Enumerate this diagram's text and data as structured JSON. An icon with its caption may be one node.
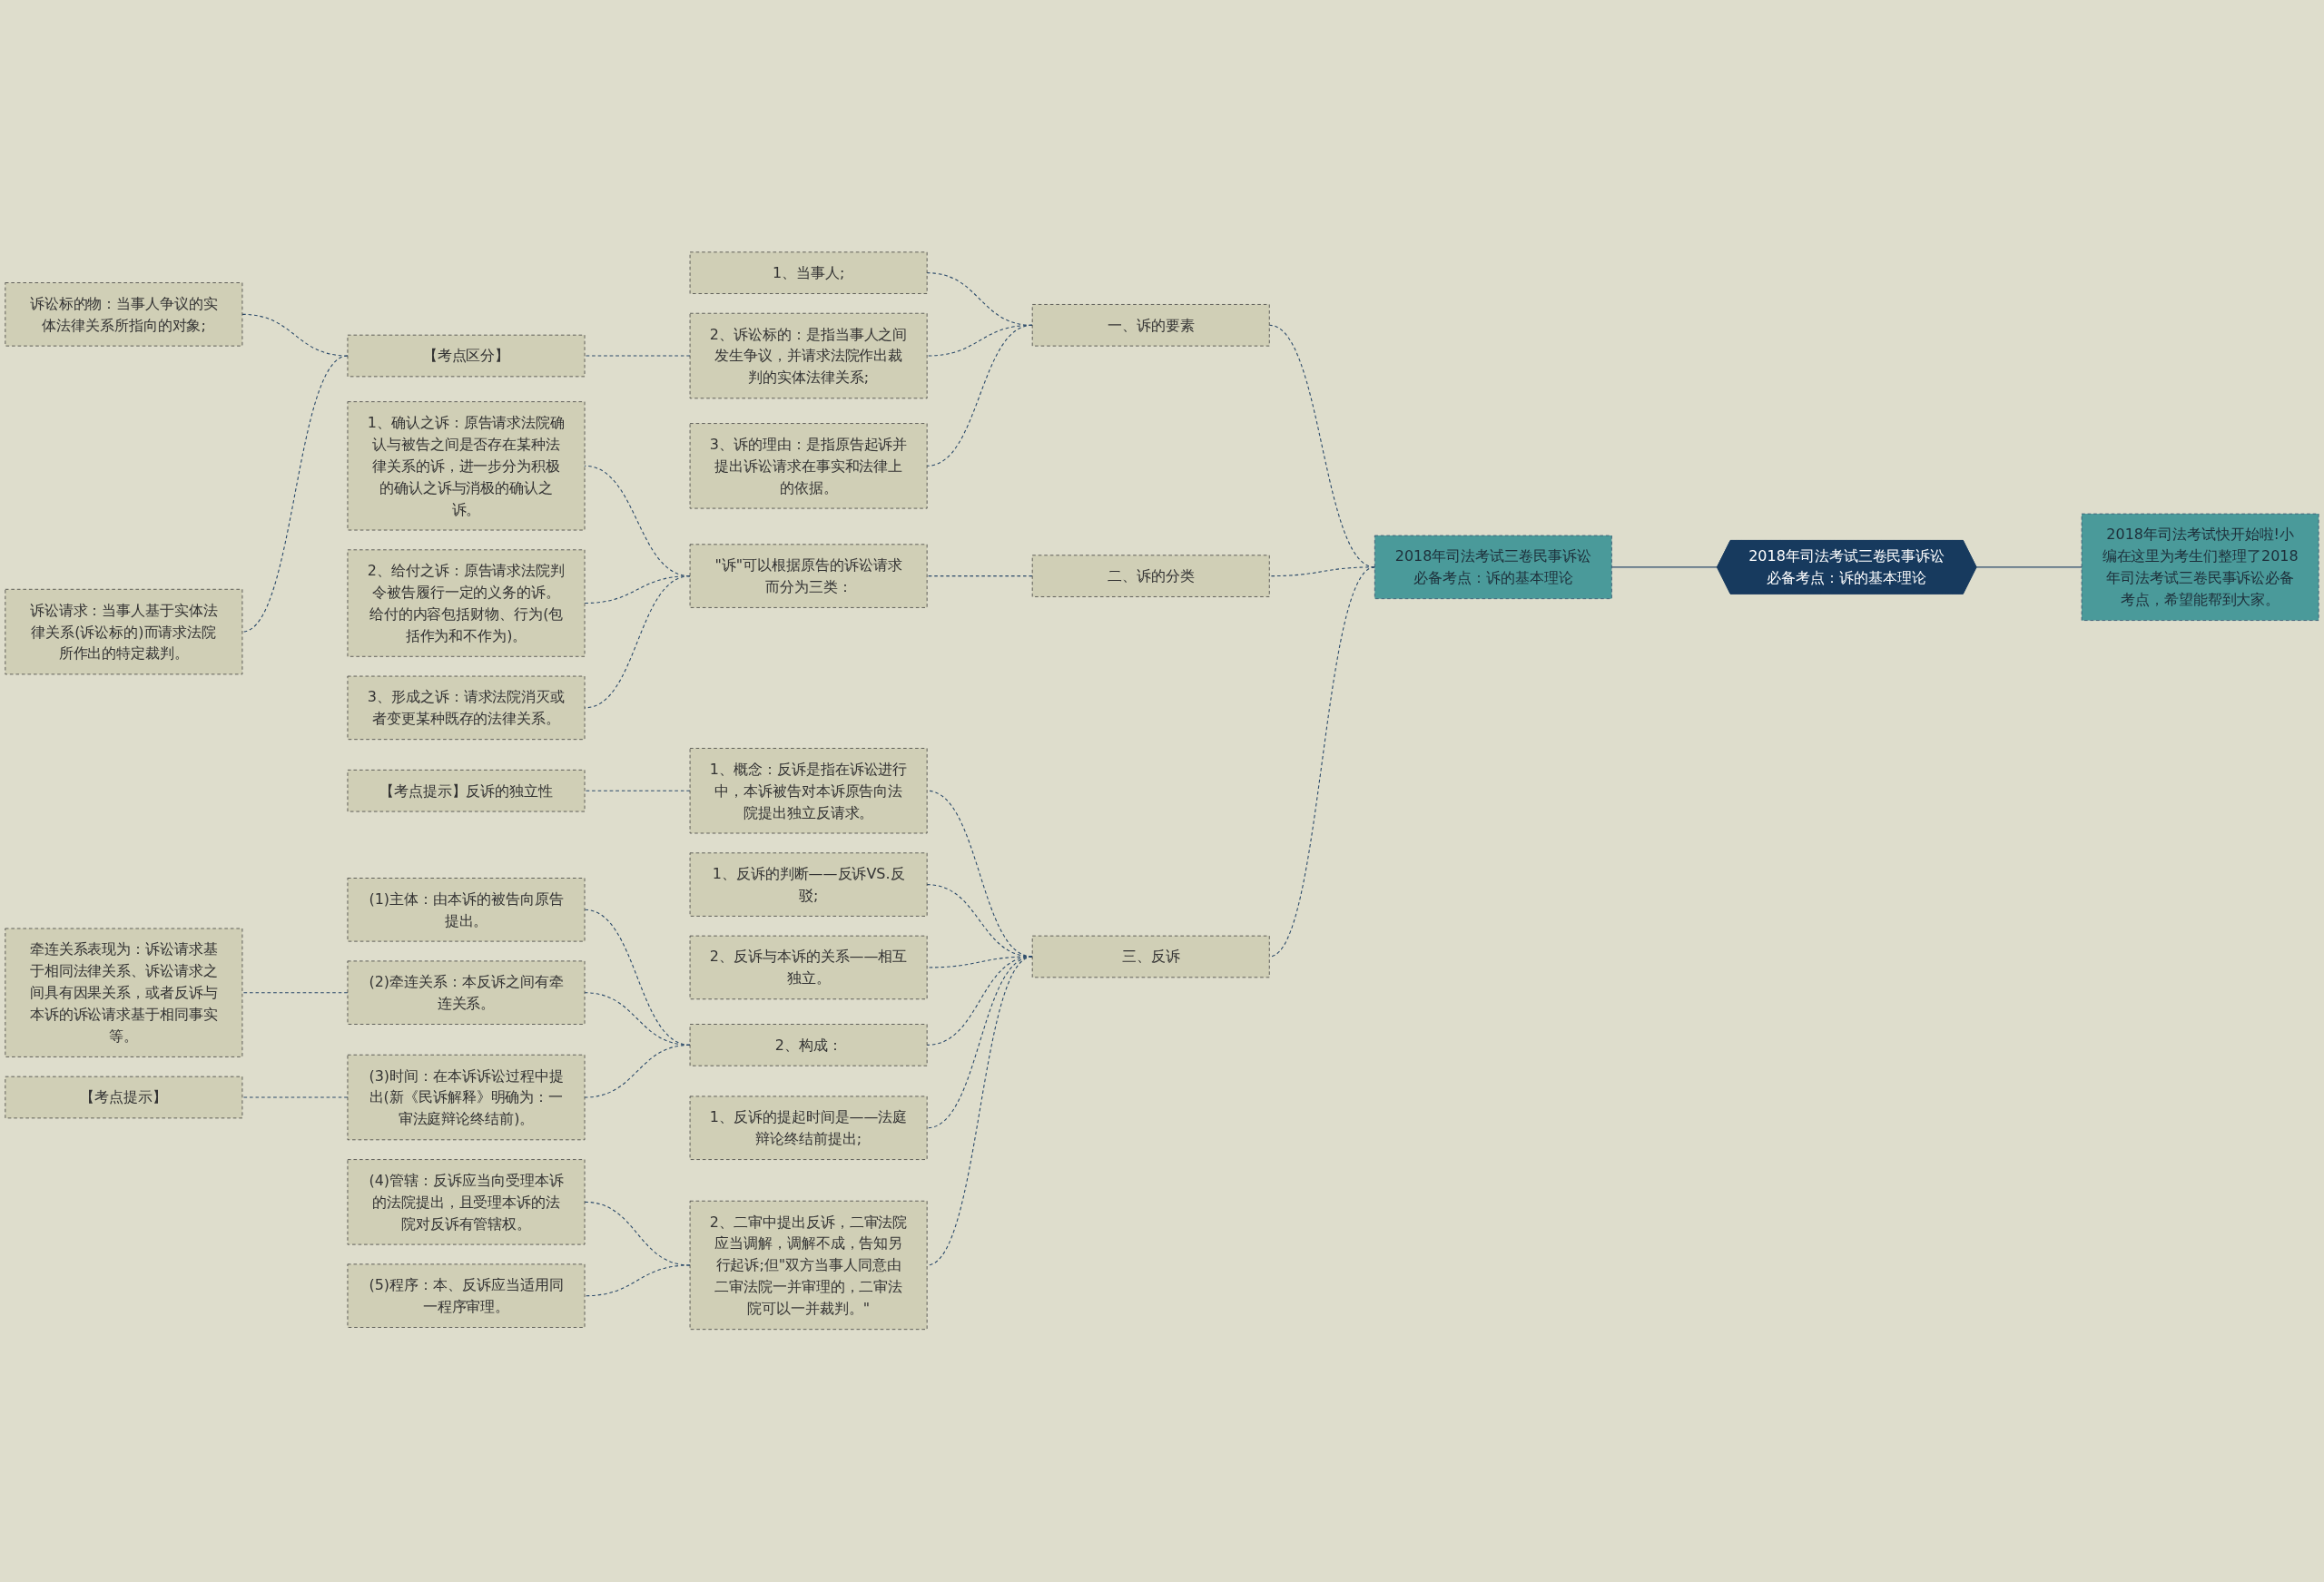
{
  "diagram": {
    "nodes": [
      {
        "text": [
          "2018年司法考试三卷民事诉讼必备考点：诉的基本理论"
        ]
      },
      {
        "text": [
          "2018年司法考试快开始啦!小编在这里为考生们整理了2018年司法考试三卷民事诉讼必备考点，希望能帮到大家。"
        ]
      },
      {
        "text": [
          "2018年司法考试三卷民事诉讼必备考点：诉的基本理论"
        ]
      },
      {
        "text": [
          "一、诉的要素"
        ]
      },
      {
        "text": [
          "1、当事人;"
        ]
      },
      {
        "text": [
          "2、诉讼标的：是指当事人之间发生争议，并请求法院作出裁判的实体法律关系;"
        ]
      },
      {
        "text": [
          "【考点区分】"
        ]
      },
      {
        "text": [
          "诉讼标的物：当事人争议的实体法律关系所指向的对象;"
        ]
      },
      {
        "text": [
          "诉讼请求：当事人基于实体法律关系(诉讼标的)而请求法院所作出的特定裁判。"
        ]
      },
      {
        "text": [
          "3、诉的理由：是指原告起诉并提出诉讼请求在事实和法律上的依据。"
        ]
      },
      {
        "text": [
          "二、诉的分类"
        ]
      },
      {
        "text": [
          "\"诉\"可以根据原告的诉讼请求而分为三类："
        ]
      },
      {
        "text": [
          "1、确认之诉：原告请求法院确认与被告之间是否存在某种法律关系的诉，进一步分为积极的确认之诉与消极的确认之诉。"
        ]
      },
      {
        "text": [
          "2、给付之诉：原告请求法院判令被告履行一定的义务的诉。给付的内容包括财物、行为(包括作为和不作为)。"
        ]
      },
      {
        "text": [
          "3、形成之诉：请求法院消灭或者变更某种既存的法律关系。"
        ]
      },
      {
        "text": [
          "三、反诉"
        ]
      },
      {
        "text": [
          "1、概念：反诉是指在诉讼进行中，本诉被告对本诉原告向法院提出独立反请求。"
        ]
      },
      {
        "text": [
          "【考点提示】反诉的独立性"
        ]
      },
      {
        "text": [
          "1、反诉的判断——反诉VS.反驳;"
        ]
      },
      {
        "text": [
          "2、反诉与本诉的关系——相互独立。"
        ]
      },
      {
        "text": [
          "2、构成："
        ]
      },
      {
        "text": [
          "(1)主体：由本诉的被告向原告提出。"
        ]
      },
      {
        "text": [
          "(2)牵连关系：本反诉之间有牵连关系。"
        ]
      },
      {
        "text": [
          "牵连关系表现为：诉讼请求基于相同法律关系、诉讼请求之间具有因果关系，或者反诉与本诉的诉讼请求基于相同事实等。"
        ]
      },
      {
        "text": [
          "(3)时间：在本诉诉讼过程中提出(新《民诉解释》明确为：一审法庭辩论终结前)。"
        ]
      },
      {
        "text": [
          "【考点提示】"
        ]
      },
      {
        "text": [
          "(4)管辖：反诉应当向受理本诉的法院提出，且受理本诉的法院对反诉有管辖权。"
        ]
      },
      {
        "text": [
          "(5)程序：本、反诉应当适用同一程序审理。"
        ]
      },
      {
        "text": [
          "1、反诉的提起时间是——法庭辩论终结前提出;"
        ]
      },
      {
        "text": [
          "2、二审中提出反诉，二审法院应当调解，调解不成，告知另行起诉;但\"双方当事人同意由二审法院一并审理的，二审法院可以一并裁判。\""
        ]
      }
    ],
    "edges": [
      {
        "from": 0,
        "to": 1,
        "arrow": "none"
      },
      {
        "from": 0,
        "to": 2,
        "arrow": "none"
      },
      {
        "from": 2,
        "to": 3,
        "arrow": "none",
        "style": "dashed"
      },
      {
        "from": 3,
        "to": 4,
        "arrow": "none",
        "style": "dashed"
      },
      {
        "from": 3,
        "to": 5,
        "arrow": "none",
        "style": "dashed"
      },
      {
        "from": 5,
        "to": 6,
        "arrow": "none",
        "style": "dashed"
      },
      {
        "from": 6,
        "to": 7,
        "arrow": "none",
        "style": "dashed"
      },
      {
        "from": 6,
        "to": 8,
        "arrow": "none",
        "style": "dashed"
      },
      {
        "from": 3,
        "to": 9,
        "arrow": "none",
        "style": "dashed"
      },
      {
        "from": 2,
        "to": 10,
        "arrow": "none",
        "style": "dashed"
      },
      {
        "from": 10,
        "to": 11,
        "arrow": "none",
        "style": "dashed"
      },
      {
        "from": 11,
        "to": 12,
        "arrow": "none",
        "style": "dashed"
      },
      {
        "from": 11,
        "to": 13,
        "arrow": "none",
        "style": "dashed"
      },
      {
        "from": 11,
        "to": 14,
        "arrow": "none",
        "style": "dashed"
      },
      {
        "from": 2,
        "to": 15,
        "arrow": "none",
        "style": "dashed"
      },
      {
        "from": 15,
        "to": 16,
        "arrow": "none",
        "style": "dashed"
      },
      {
        "from": 16,
        "to": 17,
        "arrow": "none",
        "style": "dashed"
      },
      {
        "from": 15,
        "to": 18,
        "arrow": "none",
        "style": "dashed"
      },
      {
        "from": 15,
        "to": 19,
        "arrow": "none",
        "style": "dashed"
      },
      {
        "from": 15,
        "to": 20,
        "arrow": "none",
        "style": "dashed"
      },
      {
        "from": 20,
        "to": 21,
        "arrow": "none",
        "style": "dashed"
      },
      {
        "from": 20,
        "to": 22,
        "arrow": "none",
        "style": "dashed"
      },
      {
        "from": 22,
        "to": 23,
        "arrow": "none",
        "style": "dashed"
      },
      {
        "from": 20,
        "to": 24,
        "arrow": "none",
        "style": "dashed"
      },
      {
        "from": 24,
        "to": 25,
        "arrow": "none",
        "style": "dashed"
      },
      {
        "from": 15,
        "to": 28,
        "arrow": "none",
        "style": "dashed"
      },
      {
        "from": 15,
        "to": 29,
        "arrow": "none",
        "style": "dashed"
      },
      {
        "from": 29,
        "to": 26,
        "arrow": "none",
        "style": "dashed"
      },
      {
        "from": 29,
        "to": 27,
        "arrow": "none",
        "style": "dashed"
      }
    ]
  }
}
